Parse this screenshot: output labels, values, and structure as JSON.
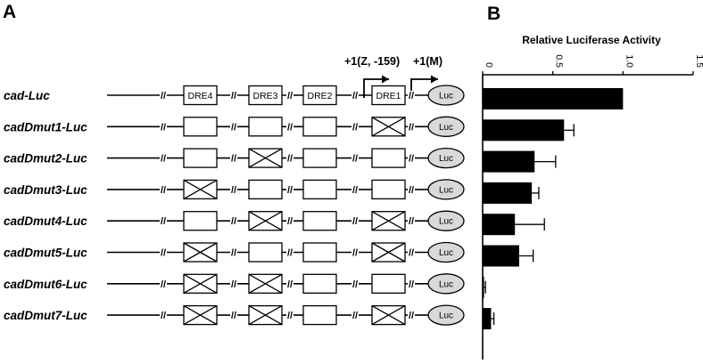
{
  "panels": {
    "a": {
      "letter": "A"
    },
    "b": {
      "letter": "B"
    }
  },
  "elements": {
    "dre_labels": [
      "DRE4",
      "DRE3",
      "DRE2",
      "DRE1"
    ],
    "reporter_label": "Luc",
    "break_mark": "//"
  },
  "promoter": {
    "tss_labels": [
      "+1(Z, -159)",
      "+1(M)"
    ]
  },
  "constructs": [
    {
      "name": "cad-Luc",
      "mutated": [
        false,
        false,
        false,
        false
      ],
      "labeled": true
    },
    {
      "name": "cadDmut1-Luc",
      "mutated": [
        false,
        false,
        false,
        true
      ],
      "labeled": false
    },
    {
      "name": "cadDmut2-Luc",
      "mutated": [
        false,
        true,
        false,
        false
      ],
      "labeled": false
    },
    {
      "name": "cadDmut3-Luc",
      "mutated": [
        true,
        false,
        false,
        false
      ],
      "labeled": false
    },
    {
      "name": "cadDmut4-Luc",
      "mutated": [
        false,
        true,
        false,
        true
      ],
      "labeled": false
    },
    {
      "name": "cadDmut5-Luc",
      "mutated": [
        true,
        false,
        false,
        true
      ],
      "labeled": false
    },
    {
      "name": "cadDmut6-Luc",
      "mutated": [
        true,
        true,
        false,
        false
      ],
      "labeled": false
    },
    {
      "name": "cadDmut7-Luc",
      "mutated": [
        true,
        true,
        false,
        true
      ],
      "labeled": false
    }
  ],
  "chart_data": {
    "type": "bar",
    "orientation": "horizontal",
    "title": "Relative Luciferase Activity",
    "categories": [
      "cad-Luc",
      "cadDmut1-Luc",
      "cadDmut2-Luc",
      "cadDmut3-Luc",
      "cadDmut4-Luc",
      "cadDmut5-Luc",
      "cadDmut6-Luc",
      "cadDmut7-Luc"
    ],
    "values": [
      1.0,
      0.58,
      0.37,
      0.35,
      0.23,
      0.26,
      0.01,
      0.06
    ],
    "errors": [
      0.0,
      0.07,
      0.15,
      0.05,
      0.21,
      0.1,
      0.01,
      0.02
    ],
    "xlim": [
      0,
      1.5
    ],
    "xticks": [
      0,
      0.5,
      1.0,
      1.5
    ],
    "xtick_labels": [
      "0",
      "0.5",
      "1.0",
      "1.5"
    ],
    "axis_position": "top",
    "bar_color": "#000000",
    "grid": false
  }
}
